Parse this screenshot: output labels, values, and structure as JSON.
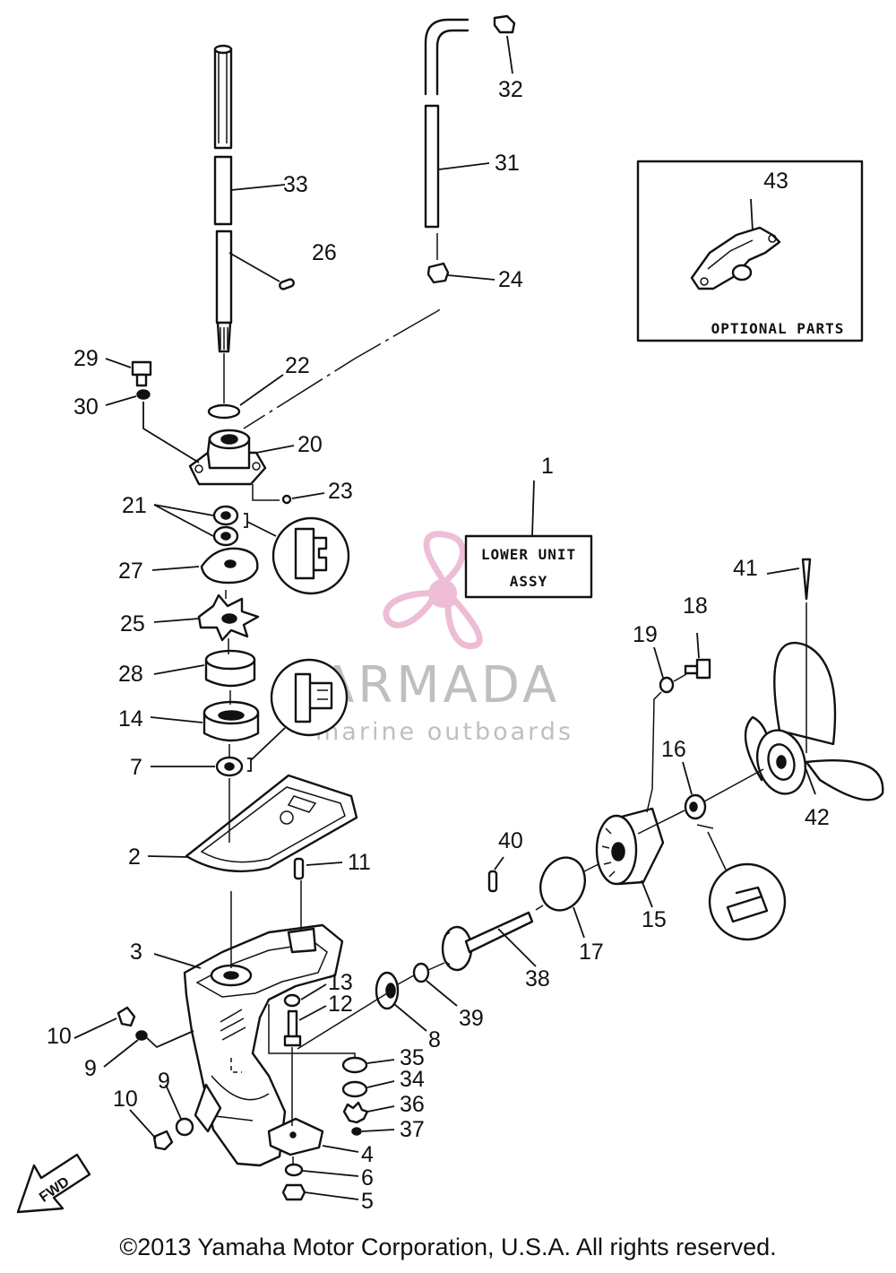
{
  "lower_unit_label": {
    "line1": "LOWER UNIT",
    "line2": "ASSY"
  },
  "optional_parts": {
    "label": "OPTIONAL PARTS",
    "number": "43"
  },
  "fwd_label": "FWD",
  "watermark": {
    "brand": "ARMADA",
    "tagline": "marine outboards",
    "logo_color": "#e8a8c8"
  },
  "copyright": "©2013 Yamaha Motor Corporation, U.S.A. All rights reserved.",
  "callouts": {
    "c1": "1",
    "c2": "2",
    "c3": "3",
    "c4": "4",
    "c5": "5",
    "c6": "6",
    "c7": "7",
    "c8": "8",
    "c9a": "9",
    "c9b": "9",
    "c10a": "10",
    "c10b": "10",
    "c11": "11",
    "c12": "12",
    "c13": "13",
    "c14": "14",
    "c15": "15",
    "c16": "16",
    "c17": "17",
    "c18": "18",
    "c19": "19",
    "c20": "20",
    "c21": "21",
    "c22": "22",
    "c23": "23",
    "c24": "24",
    "c25": "25",
    "c26": "26",
    "c27": "27",
    "c28": "28",
    "c29": "29",
    "c30": "30",
    "c31": "31",
    "c32": "32",
    "c33": "33",
    "c34": "34",
    "c35": "35",
    "c36": "36",
    "c37": "37",
    "c38": "38",
    "c39": "39",
    "c40": "40",
    "c41": "41",
    "c42": "42"
  }
}
